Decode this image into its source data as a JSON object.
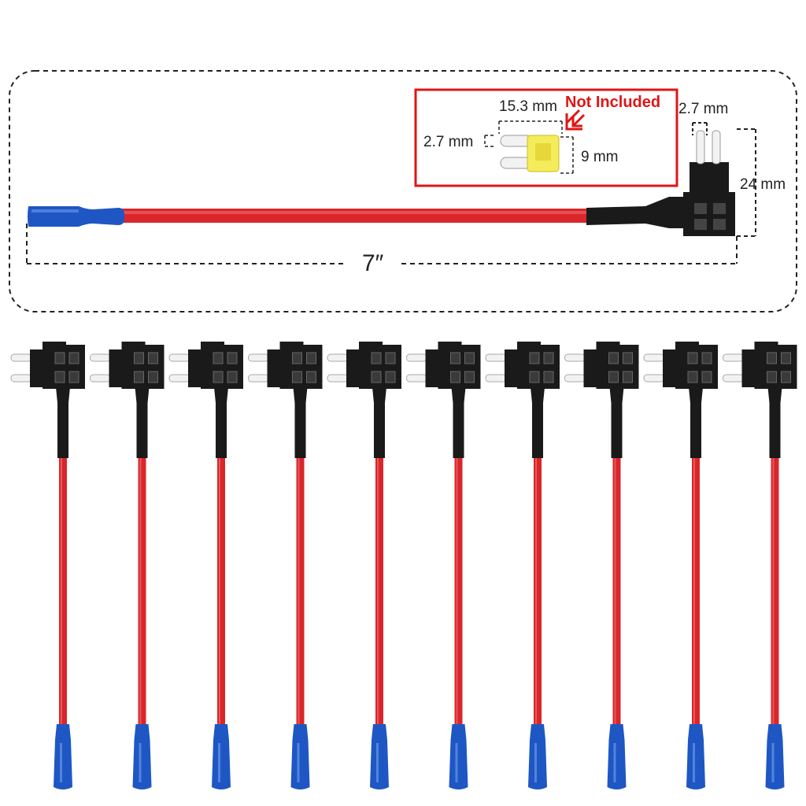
{
  "product": {
    "length_label": "7″",
    "fuse_width_label": "15.3 mm",
    "fuse_blade_gap_label": "2.7 mm",
    "fuse_height_label": "9 mm",
    "holder_blade_label": "2.7 mm",
    "holder_height_label": "24 mm",
    "not_included_label": "Not Included",
    "pack_count": 10
  },
  "colors": {
    "wire": "#d9262b",
    "terminal": "#1e57c4",
    "holder": "#1a1a1a",
    "fuse": "#f4ec5a",
    "callout_border": "#e01515"
  },
  "icons": {
    "arrow": "double-chevron-down-left-icon"
  }
}
